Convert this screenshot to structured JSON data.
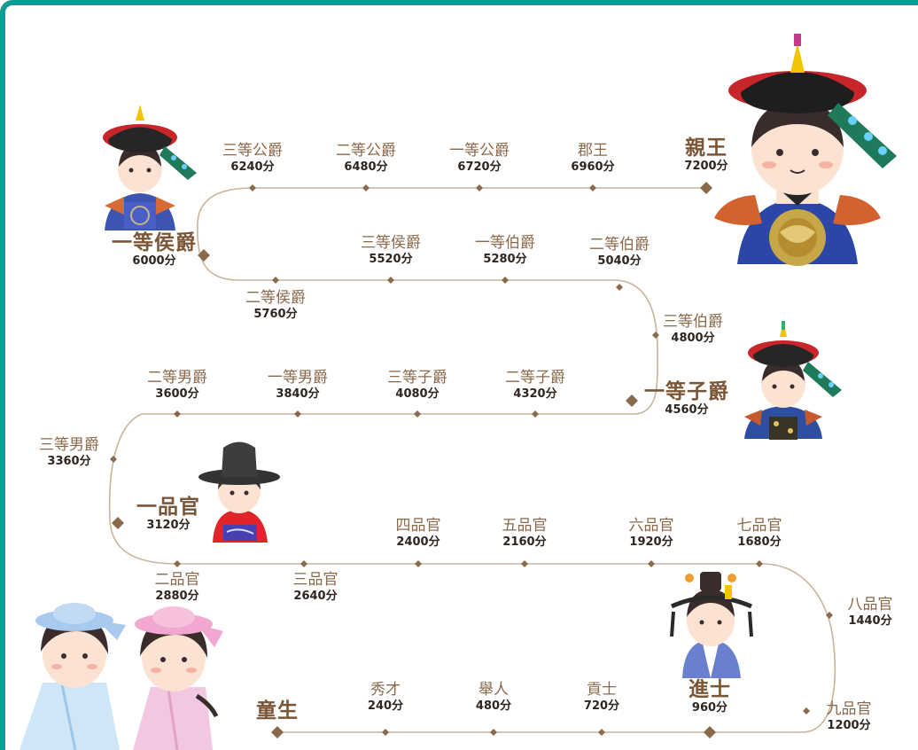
{
  "colors": {
    "border": "#0f9a94",
    "path": "#c9b49c",
    "node": "#8a6a4c",
    "label": "#8a6a4c",
    "points": "#2f2520"
  },
  "ranks": [
    {
      "id": "tongsheng",
      "name": "童生",
      "points": "",
      "major": true
    },
    {
      "id": "xiucai",
      "name": "秀才",
      "points": "240分"
    },
    {
      "id": "juren",
      "name": "舉人",
      "points": "480分"
    },
    {
      "id": "gongshi",
      "name": "貢士",
      "points": "720分"
    },
    {
      "id": "jinshi",
      "name": "進士",
      "points": "960分",
      "major": true
    },
    {
      "id": "jiupin",
      "name": "九品官",
      "points": "1200分"
    },
    {
      "id": "bapin",
      "name": "八品官",
      "points": "1440分"
    },
    {
      "id": "qipin",
      "name": "七品官",
      "points": "1680分"
    },
    {
      "id": "liupin",
      "name": "六品官",
      "points": "1920分"
    },
    {
      "id": "wupin",
      "name": "五品官",
      "points": "2160分"
    },
    {
      "id": "sipin",
      "name": "四品官",
      "points": "2400分"
    },
    {
      "id": "sanpin",
      "name": "三品官",
      "points": "2640分"
    },
    {
      "id": "erpin",
      "name": "二品官",
      "points": "2880分"
    },
    {
      "id": "yipin",
      "name": "一品官",
      "points": "3120分",
      "major": true
    },
    {
      "id": "sannan",
      "name": "三等男爵",
      "points": "3360分"
    },
    {
      "id": "ernan",
      "name": "二等男爵",
      "points": "3600分"
    },
    {
      "id": "yinan",
      "name": "一等男爵",
      "points": "3840分"
    },
    {
      "id": "sanzi",
      "name": "三等子爵",
      "points": "4080分"
    },
    {
      "id": "erzi",
      "name": "二等子爵",
      "points": "4320分"
    },
    {
      "id": "yizi",
      "name": "一等子爵",
      "points": "4560分",
      "major": true
    },
    {
      "id": "sanbo",
      "name": "三等伯爵",
      "points": "4800分"
    },
    {
      "id": "erbo",
      "name": "二等伯爵",
      "points": "5040分"
    },
    {
      "id": "yibo",
      "name": "一等伯爵",
      "points": "5280分"
    },
    {
      "id": "sanhou",
      "name": "三等侯爵",
      "points": "5520分"
    },
    {
      "id": "erhou",
      "name": "二等侯爵",
      "points": "5760分"
    },
    {
      "id": "yihou",
      "name": "一等侯爵",
      "points": "6000分",
      "major": true
    },
    {
      "id": "sangong",
      "name": "三等公爵",
      "points": "6240分"
    },
    {
      "id": "ergong",
      "name": "二等公爵",
      "points": "6480分"
    },
    {
      "id": "yigong",
      "name": "一等公爵",
      "points": "6720分"
    },
    {
      "id": "junwang",
      "name": "郡王",
      "points": "6960分"
    },
    {
      "id": "qinwang",
      "name": "親王",
      "points": "7200分",
      "major": true
    }
  ]
}
